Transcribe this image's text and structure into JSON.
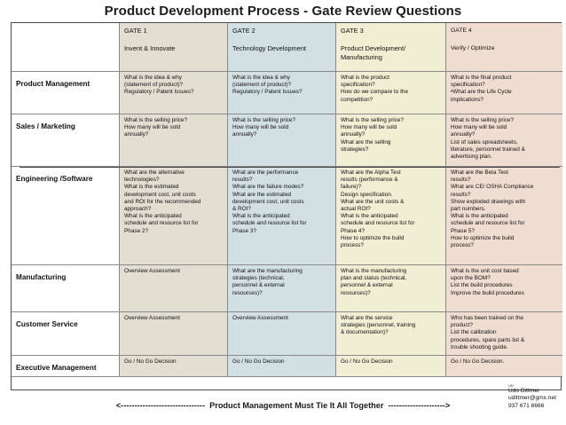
{
  "title": "Product Development Process - Gate Review Questions",
  "header": [
    {
      "gate": "GATE 1",
      "name": "Invent & Innovate"
    },
    {
      "gate": "GATE 2",
      "name": "Technology Development"
    },
    {
      "gate": "GATE 3",
      "name": "Product Development/ Manufacturing"
    },
    {
      "gate": "GATE 4",
      "name": "Verify / Optimize"
    }
  ],
  "rows": [
    {
      "label": "Product Management",
      "cells": [
        [
          "What is the idea & why",
          "(statement of product)?",
          "Regulatory / Patent Issues?"
        ],
        [
          "What is the idea & why",
          "(statement of product)?",
          "Regulatory / Patent Issues?"
        ],
        [
          "What is the product",
          "specification?",
          "How do we compare to the",
          "competition?"
        ],
        [
          "What is the final product",
          "specification?",
          "•What are the Life Cycle",
          "implications?"
        ]
      ]
    },
    {
      "label": "Sales / Marketing",
      "cells": [
        [
          "What is the selling price?",
          "How many will be sold",
          "annually?"
        ],
        [
          "What is the selling price?",
          "How many will be sold",
          "annually?"
        ],
        [
          "What is the selling price?",
          "How many will be sold",
          "annually?",
          "What are the selling",
          "strategies?"
        ],
        [
          "What is the selling price?",
          "How many will be sold",
          "annually?",
          "List of sales spreadsheets,",
          "literature, personnel trained &",
          "advertising plan."
        ]
      ]
    },
    {
      "label": "Engineering /Software",
      "cells": [
        [
          "What are the alternative",
          "technologies?",
          "What is the estimated",
          "development cost, unit costs",
          "and ROI for the recommended",
          "approach?",
          "What is the anticipated",
          "schedule and resource list for",
          "Phase 2?"
        ],
        [
          "What are the performance",
          "results?",
          "What are the failure modes?",
          "What are the estimated",
          "development cost, unit costs",
          "& ROI?",
          "What is the anticipated",
          "schedule and resource list for",
          "Phase 3?"
        ],
        [
          "What are the Alpha Test",
          "results (performance &",
          "failure)?",
          "Design specification.",
          "What are the unit costs &",
          "actual ROI?",
          "What is the anticipated",
          "schedule and resource list for",
          "Phase 4?",
          "How to optimize the build",
          "process?"
        ],
        [
          "What are the Beta Test",
          "results?",
          "What are CE/ OSHA Compliance",
          "results?",
          "Show exploded drawings with",
          "part numbers.",
          "What is the anticipated",
          "schedule and resource list for",
          "Phase 5?",
          "How to optimize the build",
          "process?"
        ]
      ]
    },
    {
      "label": "Manufacturing",
      "cells": [
        [
          "Overview Assessment"
        ],
        [
          "What are the manufacturing",
          "strategies (technical,",
          "personnel & external",
          "resources)?"
        ],
        [
          "What is the manufacturing",
          "plan and status (technical,",
          "personnel & external",
          "resources)?"
        ],
        [
          "What is the unit cost based",
          "upon the BOM?",
          "List the build procedures",
          "Improve the build procedures"
        ]
      ]
    },
    {
      "label": "Customer Service",
      "cells": [
        [
          "Overview Assessment"
        ],
        [
          "Overview Assessment"
        ],
        [
          "What are the service",
          "strategies (personnel, training",
          "& documentation)?"
        ],
        [
          "Who has been trained on the",
          "product?",
          "List the calibration",
          "procedures, spare parts list &",
          "trouble shooting guide."
        ]
      ]
    },
    {
      "label": "Executive Management",
      "cells": [
        [
          "Go / No Go Decision"
        ],
        [
          "Go / No Go Decision"
        ],
        [
          "Go / No Go Decision"
        ],
        [
          "Go / No Go Decision."
        ]
      ]
    }
  ],
  "footer": "<-------------------------------  Product Management Must Tie It All Together  --------------------->",
  "contact": {
    "logo_text": "UD",
    "name": "Udo Dittmer",
    "email": "udittmer@gmx.net",
    "phone": "937 671 8666"
  },
  "colors": {
    "gate1": "#e2ded2",
    "gate2": "#d3e0e3",
    "gate3": "#f0eed3",
    "gate4": "#efddd2"
  }
}
